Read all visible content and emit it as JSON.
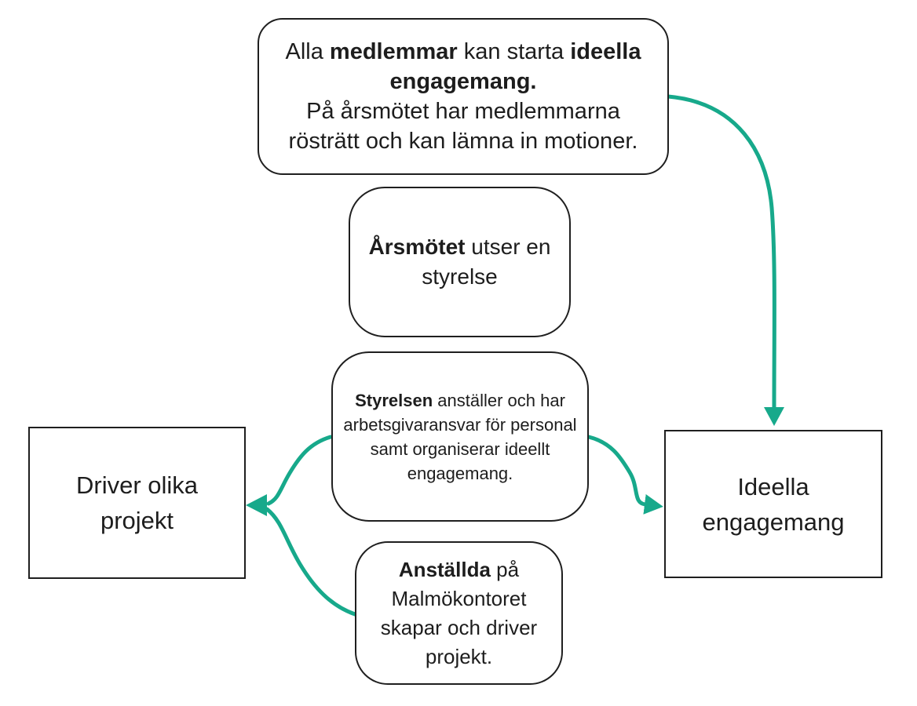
{
  "palette": {
    "arrow": "#17A98B",
    "node_border": "#1F1F1F",
    "node_background": "#FFFFFF",
    "text": "#1D1D1D",
    "page_background": "#FFFFFF"
  },
  "diagram": {
    "language": "sv",
    "nodes": {
      "members": {
        "id": "members",
        "shape": "rounded",
        "segments": [
          {
            "text": "Alla ",
            "bold": false
          },
          {
            "text": "medlemmar",
            "bold": true
          },
          {
            "text": " kan starta ",
            "bold": false
          },
          {
            "text": "ideella engagemang.",
            "bold": true,
            "break_after": true
          },
          {
            "text": "På årsmötet har medlemmarna rösträtt och kan lämna in motioner.",
            "bold": false
          }
        ]
      },
      "annual_meeting": {
        "id": "annual_meeting",
        "shape": "rounded",
        "segments": [
          {
            "text": "Årsmötet",
            "bold": true
          },
          {
            "text": " utser en styrelse",
            "bold": false
          }
        ]
      },
      "board": {
        "id": "board",
        "shape": "rounded",
        "segments": [
          {
            "text": "Styrelsen",
            "bold": true
          },
          {
            "text": " anställer och har arbetsgivaransvar för personal samt organiserar ideellt engagemang.",
            "bold": false
          }
        ]
      },
      "employees": {
        "id": "employees",
        "shape": "rounded",
        "segments": [
          {
            "text": "Anställda",
            "bold": true
          },
          {
            "text": " på Malmökontoret skapar och driver projekt.",
            "bold": false
          }
        ]
      },
      "projects": {
        "id": "projects",
        "shape": "rectangle",
        "label": "Driver olika projekt"
      },
      "engagement": {
        "id": "engagement",
        "shape": "rectangle",
        "label": "Ideella engagemang"
      }
    },
    "edges": [
      {
        "from": "members",
        "to": "engagement",
        "style": "curved-arrow"
      },
      {
        "from": "board",
        "to": "projects",
        "style": "curved-arrow"
      },
      {
        "from": "employees",
        "to": "projects",
        "style": "curved-arrow"
      },
      {
        "from": "board",
        "to": "engagement",
        "style": "curved-arrow"
      }
    ]
  }
}
